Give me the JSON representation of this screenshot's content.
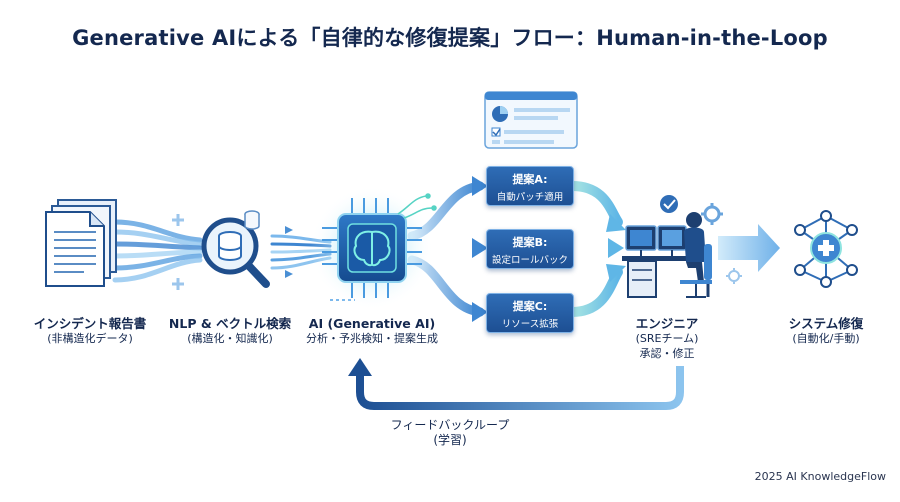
{
  "title": "Generative AIによる「自律的な修復提案」フロー：Human-in-the-Loop",
  "nodes": {
    "incident": {
      "main": "インシデント報告書",
      "sub": "(非構造化データ)"
    },
    "nlp": {
      "main": "NLP & ベクトル検索",
      "sub": "(構造化・知識化)"
    },
    "ai": {
      "main": "AI (Generative AI)",
      "sub": "分析・予兆検知・提案生成"
    },
    "engineer": {
      "main": "エンジニア",
      "sub": "(SREチーム)",
      "sub2": "承認・修正"
    },
    "repair": {
      "main": "システム修復",
      "sub": "(自動化/手動)"
    }
  },
  "proposals": [
    {
      "title": "提案A:",
      "desc": "自動パッチ適用"
    },
    {
      "title": "提案B:",
      "desc": "設定ロールバック"
    },
    {
      "title": "提案C:",
      "desc": "リソース拡張"
    }
  ],
  "feedback": {
    "label": "フィードバックループ",
    "sub": "(学習)"
  },
  "footer": "2025 AI KnowledgeFlow",
  "colors": {
    "navy": "#14284f",
    "blue": "#1d4f93",
    "light_blue": "#8cc4ee",
    "teal": "#4fd1c5"
  }
}
